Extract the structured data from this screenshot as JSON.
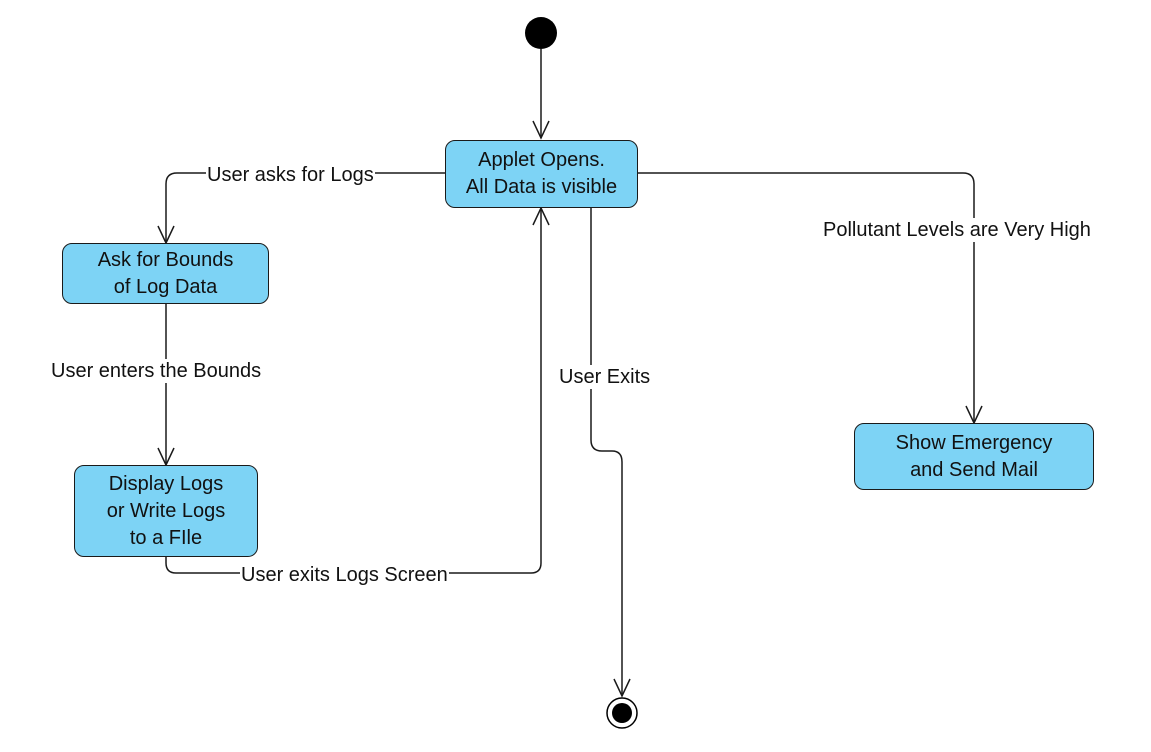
{
  "colors": {
    "state_fill": "#7dd3f5",
    "stroke": "#1a1a1a",
    "background": "#ffffff"
  },
  "nodes": {
    "applet": {
      "lines": [
        "Applet Opens.",
        "All Data is visible"
      ]
    },
    "ask_bounds": {
      "lines": [
        "Ask for Bounds",
        "of Log Data"
      ]
    },
    "display_logs": {
      "lines": [
        "Display Logs",
        "or Write Logs",
        "to a FIle"
      ]
    },
    "emergency": {
      "lines": [
        "Show Emergency",
        "and Send Mail"
      ]
    }
  },
  "edges": {
    "user_asks_logs": "User asks for Logs",
    "user_enters_bounds": "User enters the Bounds",
    "user_exits": "User Exits",
    "pollutant_high": "Pollutant Levels are Very High",
    "user_exits_logs": "User exits Logs Screen"
  }
}
